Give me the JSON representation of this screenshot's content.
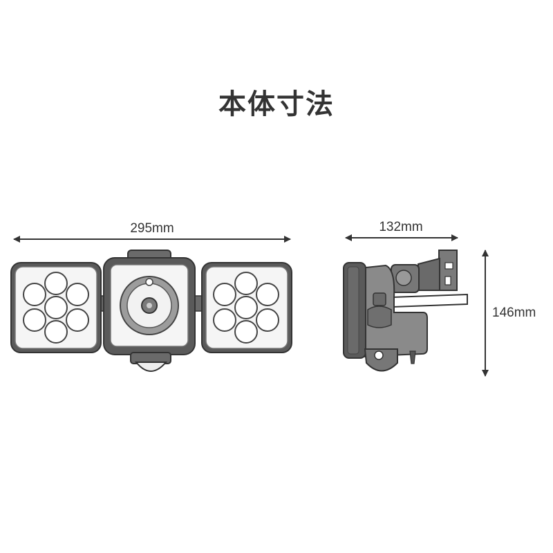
{
  "title": "本体寸法",
  "dimensions": {
    "width": "295mm",
    "depth": "132mm",
    "height": "146mm"
  },
  "colors": {
    "outline": "#333333",
    "body_dark": "#5a5a5a",
    "body_mid": "#8a8a8a",
    "face_light": "#f2f2f2",
    "lens_ring": "#9c9c9c"
  }
}
